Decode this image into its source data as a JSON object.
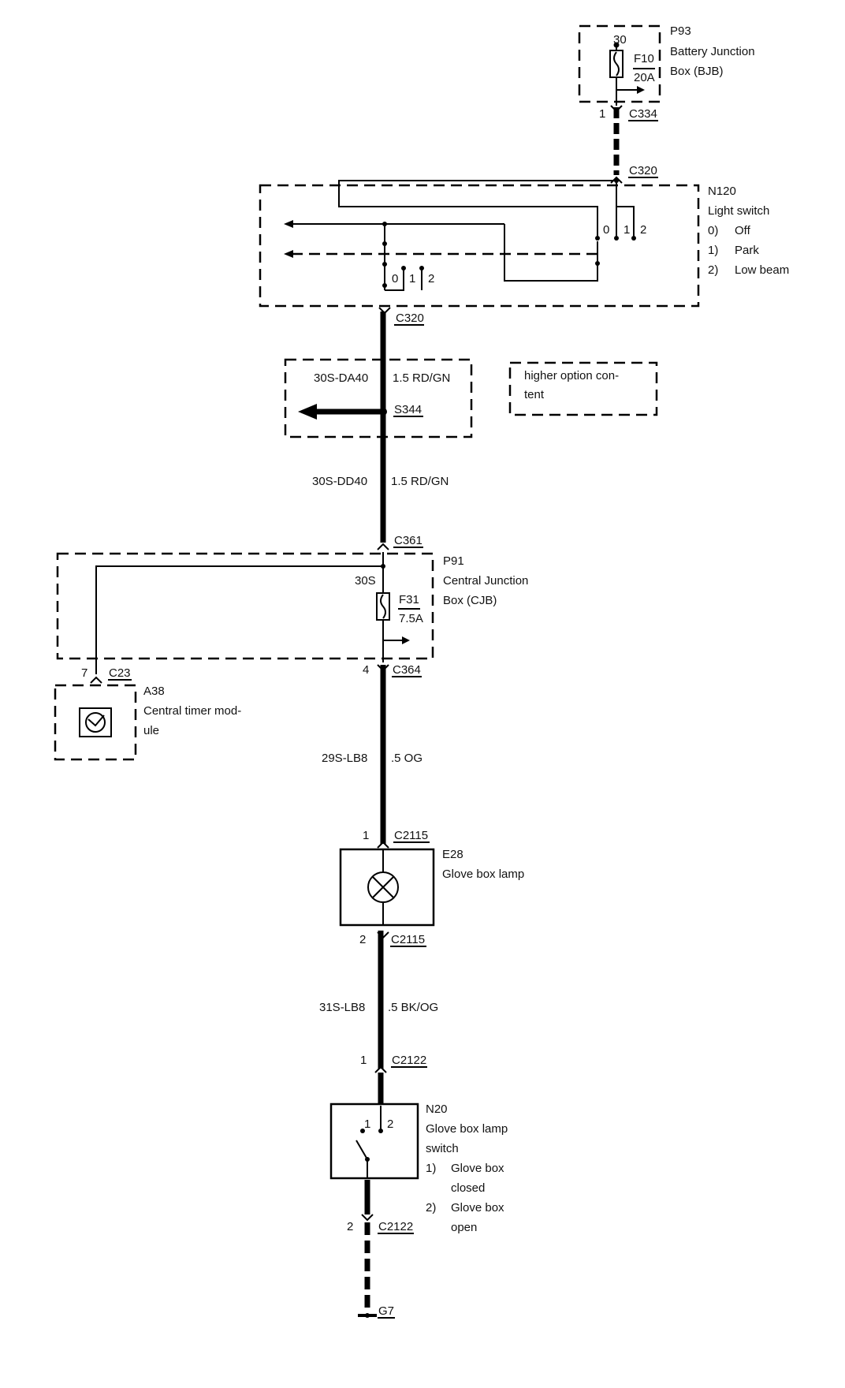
{
  "components": {
    "p93": {
      "id": "P93",
      "name_line1": "Battery Junction",
      "name_line2": "Box (BJB)",
      "terminal": "30",
      "fuse": "F10",
      "rating": "20A",
      "pin": "1",
      "connector": "C334"
    },
    "n120": {
      "connector_top": "C320",
      "id": "N120",
      "name": "Light switch",
      "states": [
        {
          "num": "0)",
          "label": "Off"
        },
        {
          "num": "1)",
          "label": "Park"
        },
        {
          "num": "2)",
          "label": "Low beam"
        }
      ],
      "pos0": "0",
      "pos1": "1",
      "pos2": "2",
      "connector_bottom": "C320"
    },
    "splice": {
      "circuit": "30S-DA40",
      "wire": "1.5 RD/GN",
      "id": "S344"
    },
    "option_note": {
      "line1": "higher option con-",
      "line2": "tent"
    },
    "wire_30s_dd40": {
      "circuit": "30S-DD40",
      "wire": "1.5 RD/GN"
    },
    "p91": {
      "connector_top": "C361",
      "id": "P91",
      "name_line1": "Central Junction",
      "name_line2": "Box (CJB)",
      "terminal": "30S",
      "fuse": "F31",
      "rating": "7.5A",
      "pin_bottom": "4",
      "connector_bottom": "C364"
    },
    "a38": {
      "pin": "7",
      "connector": "C23",
      "id": "A38",
      "name_line1": "Central timer mod-",
      "name_line2": "ule"
    },
    "wire_29s_lb8": {
      "circuit": "29S-LB8",
      "wire": ".5 OG"
    },
    "e28": {
      "pin_top": "1",
      "connector_top": "C2115",
      "id": "E28",
      "name": "Glove box lamp",
      "pin_bottom": "2",
      "connector_bottom": "C2115"
    },
    "wire_31s_lb8": {
      "circuit": "31S-LB8",
      "wire": ".5 BK/OG"
    },
    "n20": {
      "pin_top": "1",
      "connector_top": "C2122",
      "id": "N20",
      "name_line1": "Glove box lamp",
      "name_line2": "switch",
      "contact1": "1",
      "contact2": "2",
      "states": [
        {
          "num": "1)",
          "line1": "Glove box",
          "line2": "closed"
        },
        {
          "num": "2)",
          "line1": "Glove box",
          "line2": "open"
        }
      ],
      "pin_bottom": "2",
      "connector_bottom": "C2122"
    },
    "ground": {
      "id": "G7"
    }
  },
  "icons": [
    "fuse-icon",
    "lamp-icon",
    "timer-module-icon",
    "switch-icon",
    "ground-icon",
    "arrow-icon"
  ]
}
